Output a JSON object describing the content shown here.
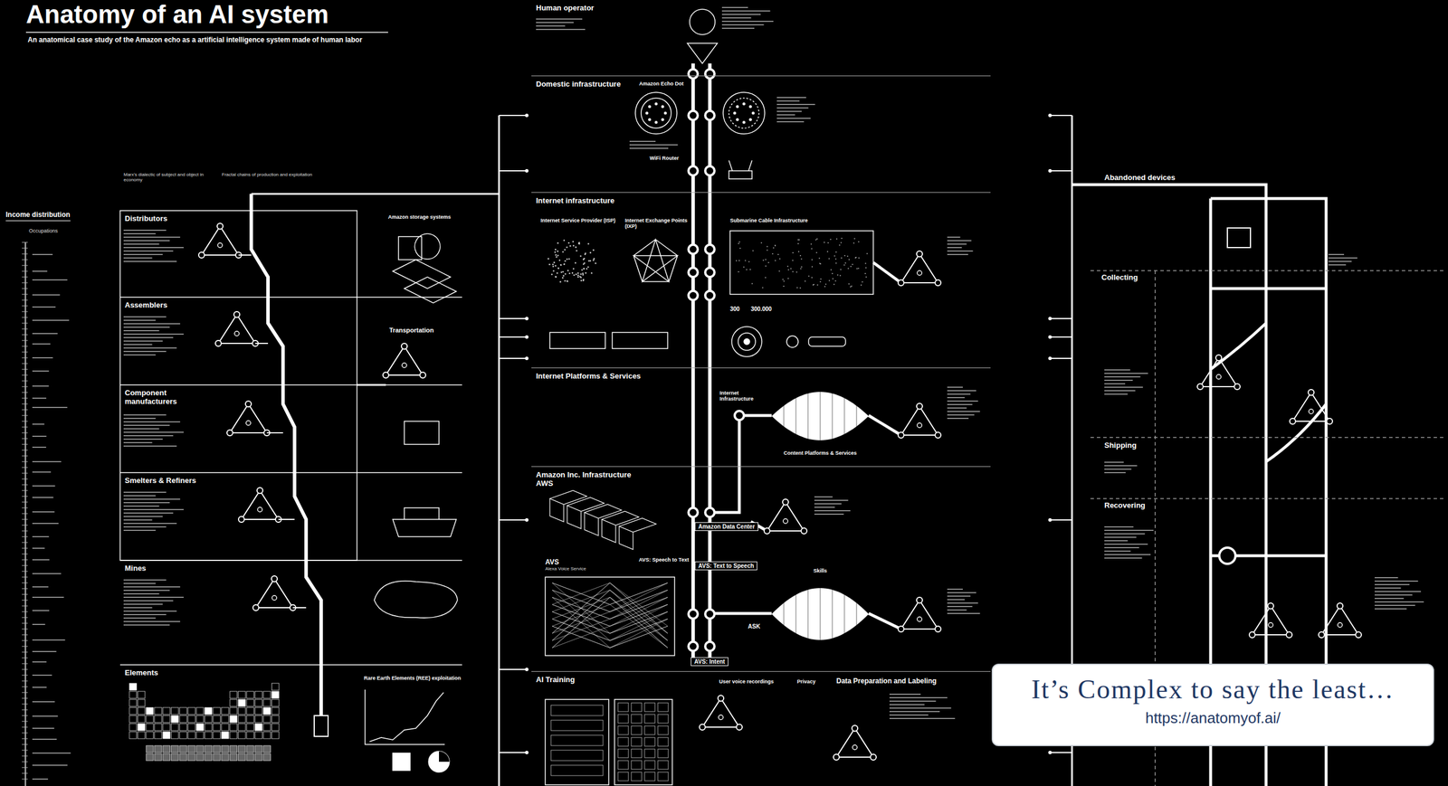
{
  "diagram": {
    "title": "Anatomy of an AI system",
    "caption": "An anatomical case study of the Amazon echo as a artificial intelligence system made of human labor",
    "nodes": [
      {
        "text": [
          "Income distribution",
          "Occupations"
        ]
      },
      {
        "text": [
          "Distributors"
        ]
      },
      {
        "text": [
          "Assemblers"
        ]
      },
      {
        "text": [
          "Component manufacturers"
        ]
      },
      {
        "text": [
          "Smelters & Refiners"
        ]
      },
      {
        "text": [
          "Mines"
        ]
      },
      {
        "text": [
          "Elements"
        ]
      },
      {
        "text": [
          "Amazon storage systems"
        ]
      },
      {
        "text": [
          "Transportation"
        ]
      },
      {
        "text": [
          "Human operator"
        ]
      },
      {
        "text": [
          "Domestic infrastructure"
        ]
      },
      {
        "text": [
          "Amazon Echo Dot"
        ],
        "in": 10
      },
      {
        "text": [
          "WiFi Router"
        ],
        "in": 10
      },
      {
        "text": [
          "Internet infrastructure"
        ]
      },
      {
        "text": [
          "Internet Service Provider (ISP)"
        ],
        "in": 13
      },
      {
        "text": [
          "Internet Exchange Points (IXP)"
        ],
        "in": 13
      },
      {
        "text": [
          "Submarine Cable Infrastructure"
        ],
        "in": 13
      },
      {
        "text": [
          "Internet Platforms & Services"
        ]
      },
      {
        "text": [
          "Content Platforms & Services"
        ],
        "in": 17
      },
      {
        "text": [
          "Amazon Inc. Infrastructure",
          "AWS"
        ]
      },
      {
        "text": [
          "Amazon Data Center"
        ],
        "in": 19
      },
      {
        "text": [
          "AVS",
          "Alexa Voice Service"
        ],
        "in": 19
      },
      {
        "text": [
          "AVS: Speech to Text"
        ],
        "in": 19
      },
      {
        "text": [
          "AVS: Text to Speech"
        ],
        "in": 19
      },
      {
        "text": [
          "Skills"
        ],
        "in": 19
      },
      {
        "text": [
          "ASK"
        ],
        "in": 19
      },
      {
        "text": [
          "AVS: Intent"
        ],
        "in": 19
      },
      {
        "text": [
          "AI Training"
        ]
      },
      {
        "text": [
          "Data Preparation and Labeling"
        ],
        "in": 27
      },
      {
        "text": [
          "Abandoned devices"
        ]
      },
      {
        "text": [
          "Collecting"
        ],
        "in": 29
      },
      {
        "text": [
          "Shipping"
        ],
        "in": 29
      },
      {
        "text": [
          "Recovering"
        ],
        "in": 29
      },
      {
        "text": [
          "It’s Complex to say the least…",
          "https://anatomyof.ai/"
        ]
      }
    ],
    "labels": [
      "Marx's dialectic of subject and object in economy",
      "Fractal chains of production and exploitation",
      "Rare Earth Elements (REE) exploitation",
      "User voice recordings",
      "Privacy",
      "300",
      "300.000",
      "Internet Infrastructure"
    ]
  }
}
